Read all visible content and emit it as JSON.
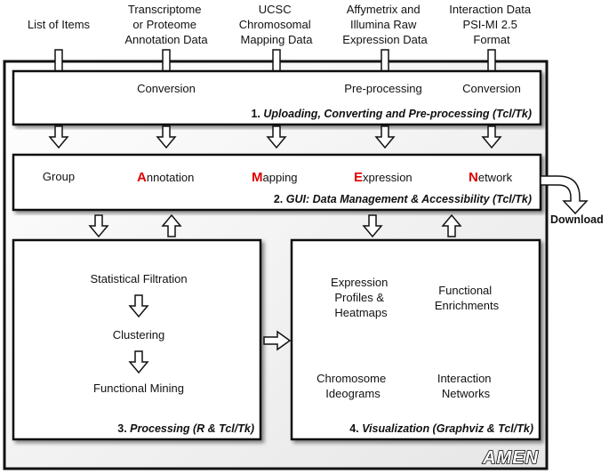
{
  "inputs": [
    {
      "lines": [
        "List of Items"
      ]
    },
    {
      "lines": [
        "Transcriptome",
        "or Proteome",
        "Annotation Data"
      ]
    },
    {
      "lines": [
        "UCSC",
        "Chromosomal",
        "Mapping Data"
      ]
    },
    {
      "lines": [
        "Affymetrix and",
        "Illumina Raw",
        "Expression Data"
      ]
    },
    {
      "lines": [
        "Interaction Data",
        "PSI-MI 2.5",
        "Format"
      ]
    }
  ],
  "panel1": {
    "labels": [
      "Conversion",
      "Pre-processing",
      "Conversion"
    ],
    "caption_num": "1. ",
    "caption_text": "Uploading, Converting and Pre-processing (Tcl/Tk)"
  },
  "panel2": {
    "group": "Group",
    "items": [
      {
        "initial": "A",
        "rest": "nnotation"
      },
      {
        "initial": "M",
        "rest": "apping"
      },
      {
        "initial": "E",
        "rest": "xpression"
      },
      {
        "initial": "N",
        "rest": "etwork"
      }
    ],
    "caption_num": "2. ",
    "caption_text": "GUI: Data Management & Accessibility (Tcl/Tk)"
  },
  "download": "Download",
  "panel3": {
    "steps": [
      "Statistical Filtration",
      "Clustering",
      "Functional Mining"
    ],
    "caption_num": "3. ",
    "caption_text": "Processing (R & Tcl/Tk)"
  },
  "panel4": {
    "items": [
      {
        "lines": [
          "Expression",
          "Profiles &",
          "Heatmaps"
        ]
      },
      {
        "lines": [
          "Functional",
          "Enrichments"
        ]
      },
      {
        "lines": [
          "Chromosome",
          "Ideograms"
        ]
      },
      {
        "lines": [
          "Interaction",
          "Networks"
        ]
      }
    ],
    "caption_num": "4. ",
    "caption_text": "Visualization (Graphviz & Tcl/Tk)"
  },
  "logo": "AMEN"
}
